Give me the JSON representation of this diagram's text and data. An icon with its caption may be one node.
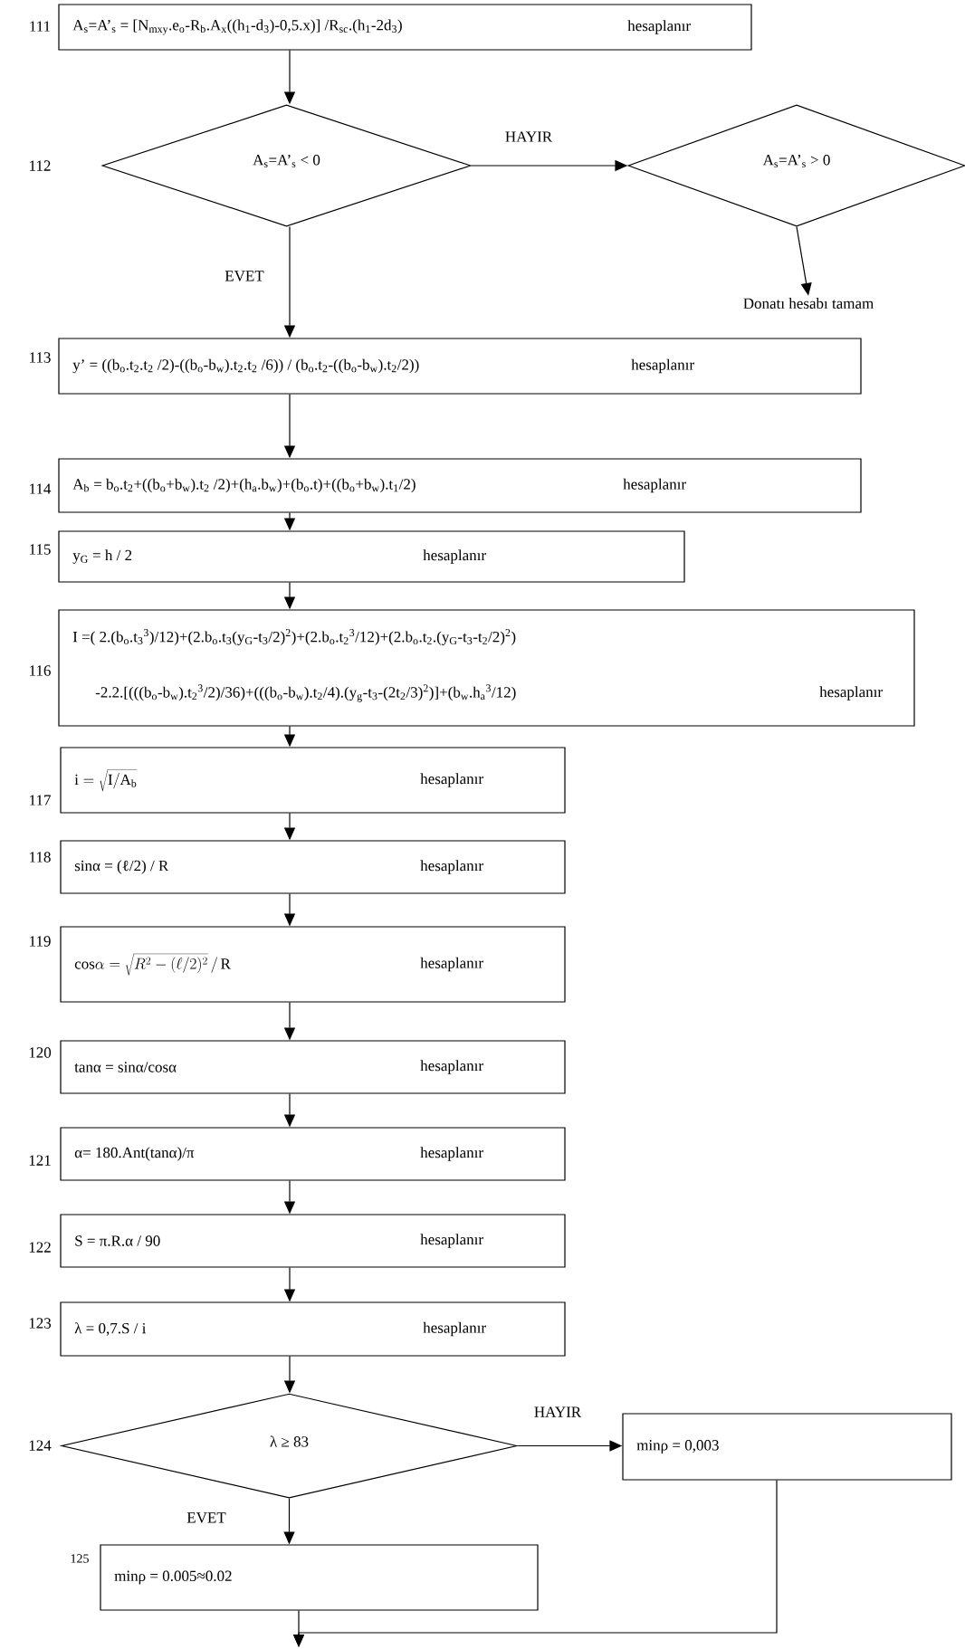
{
  "diagram": {
    "nodes": [
      {
        "text": [
          "A$_{s}$=A’$_{s}$ = [N$_{mxy}$.e$_{o}$-R$_{b}$.A$_{x}$((h$_{1}$-d$_{3}$)-0,5.x)] /R$_{sc}$.(h$_{1}$-2d$_{3}$)",
          "hesaplanır"
        ],
        "beside": [
          "111"
        ]
      },
      {
        "text": [
          "A$_{s}$=A’$_{s}$ < 0"
        ],
        "beside": [
          "112"
        ]
      },
      {
        "text": [
          "A$_{s}$=A’$_{s}$ > 0"
        ]
      },
      {
        "text": [
          "Donatı hesabı tamam"
        ]
      },
      {
        "text": [
          "y’ = ((b$_{o}$.t$_{2}$.t$_{2}$ /2)-((b$_{o}$-b$_{w}$).t$_{2}$.t$_{2}$ /6)) / (b$_{o}$.t$_{2}$-((b$_{o}$-b$_{w}$).t$_{2}$/2))",
          "hesaplanır"
        ],
        "beside": [
          "113"
        ]
      },
      {
        "text": [
          "A$_{b}$ = b$_{o}$.t$_{2}$+((b$_{o}$+b$_{w}$).t$_{2}$ /2)+(h$_{a}$.b$_{w}$)+(b$_{o}$.t)+((b$_{o}$+b$_{w}$).t$_{1}$/2)",
          "hesaplanır"
        ],
        "beside": [
          "114"
        ]
      },
      {
        "text": [
          "y$_{G}$ = h / 2",
          "hesaplanır"
        ],
        "beside": [
          "115"
        ]
      },
      {
        "text": [
          "I =( 2.(b$_{o}$.t$_{3}$$^{3}$)/12)+(2.b$_{o}$.t$_{3}$(y$_{G}$-t$_{3}$/2)$^{2}$)+(2.b$_{o}$.t$_{2}$$^{3}$/12)+(2.b$_{o}$.t$_{2}$.(y$_{G}$-t$_{3}$-t$_{2}$/2)$^{2}$)",
          "-2.2.[(((b$_{o}$-b$_{w}$).t$_{2}$$^{3}$/2)/36)+(((b$_{o}$-b$_{w}$).t$_{2}$/4).(y$_{g}$-t$_{3}$-(2t$_{2}$/3)$^{2}$)]+(b$_{w}$.h$_{a}$$^{3}$/12)",
          "hesaplanır"
        ],
        "beside": [
          "116"
        ]
      },
      {
        "text": [
          "\\mathrm{i} = \\sqrt{\\mathrm{I/A_b}}",
          "hesaplanır"
        ],
        "beside": [
          "117"
        ]
      },
      {
        "text": [
          "sinα = (ℓ/2) / R",
          "hesaplanır"
        ],
        "beside": [
          "118"
        ]
      },
      {
        "text": [
          "\\mathrm{cos}\\alpha = \\sqrt{R^{2}-(\\ell/2)^{2}}\\,/\\,\\mathrm{R}",
          "hesaplanır"
        ],
        "beside": [
          "119"
        ]
      },
      {
        "text": [
          "tanα = sinα/cosα",
          "hesaplanır"
        ],
        "beside": [
          "120"
        ]
      },
      {
        "text": [
          "α= 180.Ant(tanα)/π",
          "hesaplanır"
        ],
        "beside": [
          "121"
        ]
      },
      {
        "text": [
          "S = π.R.α / 90",
          "hesaplanır"
        ],
        "beside": [
          "122"
        ]
      },
      {
        "text": [
          "λ = 0,7.S / i",
          "hesaplanır"
        ],
        "beside": [
          "123"
        ]
      },
      {
        "text": [
          "λ ≥ 83"
        ],
        "beside": [
          "124"
        ]
      },
      {
        "text": [
          "minρ = 0,003"
        ]
      },
      {
        "text": [
          "minρ = 0.005≈0.02"
        ],
        "beside": [
          "125"
        ]
      }
    ],
    "edges": [
      {
        "from": 0,
        "to": 1,
        "arrow": "to"
      },
      {
        "from": 1,
        "to": 2,
        "arrow": "to",
        "label": "HAYIR"
      },
      {
        "from": 2,
        "to": 3,
        "arrow": "to"
      },
      {
        "from": 1,
        "to": 4,
        "arrow": "to",
        "label": "EVET"
      },
      {
        "from": 4,
        "to": 5,
        "arrow": "to"
      },
      {
        "from": 5,
        "to": 6,
        "arrow": "to"
      },
      {
        "from": 6,
        "to": 7,
        "arrow": "to"
      },
      {
        "from": 7,
        "to": 8,
        "arrow": "to"
      },
      {
        "from": 8,
        "to": 9,
        "arrow": "to"
      },
      {
        "from": 9,
        "to": 10,
        "arrow": "to"
      },
      {
        "from": 10,
        "to": 11,
        "arrow": "to"
      },
      {
        "from": 11,
        "to": 12,
        "arrow": "to"
      },
      {
        "from": 12,
        "to": 13,
        "arrow": "to"
      },
      {
        "from": 13,
        "to": 14,
        "arrow": "to"
      },
      {
        "from": 14,
        "to": 15,
        "arrow": "to"
      },
      {
        "from": 15,
        "to": 16,
        "arrow": "to",
        "label": "HAYIR"
      },
      {
        "from": 15,
        "to": 17,
        "arrow": "to",
        "label": "EVET"
      },
      {
        "from": 17,
        "to": null,
        "arrow": "to"
      },
      {
        "from": 16,
        "to": null,
        "arrow": "to"
      }
    ]
  }
}
